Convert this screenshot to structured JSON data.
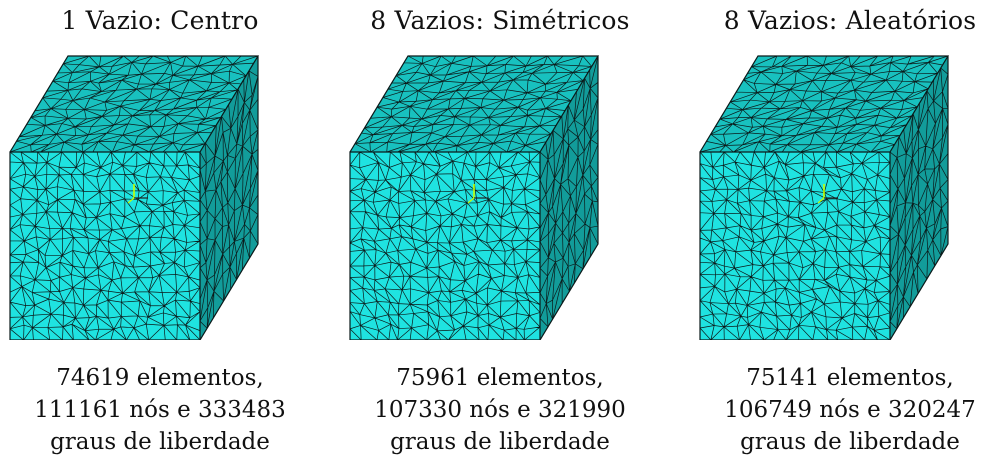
{
  "panels": [
    {
      "title": "1 Vazio: Centro",
      "caption": [
        "74619 elementos,",
        "111161 nós e 333483",
        "graus de liberdade"
      ]
    },
    {
      "title": "8 Vazios: Simétricos",
      "caption": [
        "75961 elementos,",
        "107330 nós e 321990",
        "graus de liberdade"
      ]
    },
    {
      "title": "8 Vazios: Aleatórios",
      "caption": [
        "75141 elementos,",
        "106749 nós e 320247",
        "graus de liberdade"
      ]
    }
  ],
  "colors": {
    "front_face": "#1fe3e1",
    "top_face": "#18c1bf",
    "side_face": "#129c9a",
    "mesh_lines": "#0b1a1a",
    "triad_y": "#c8ff00",
    "triad_x": "#222222"
  }
}
